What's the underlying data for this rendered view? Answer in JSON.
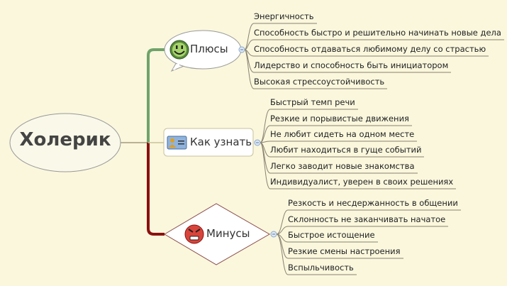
{
  "central": {
    "label": "Холерик"
  },
  "branches": [
    {
      "label": "Плюсы",
      "icon": "smile-icon",
      "color": "#6fa36a",
      "items": [
        "Энергичность",
        "Способность быстро и решительно начинать новые дела",
        "Способность отдаваться любимому делу со страстью",
        "Лидерство и способность быть инициатором",
        "Высокая стрессоустойчивость"
      ]
    },
    {
      "label": "Как узнать",
      "icon": "id-card-icon",
      "color": "#c9c29a",
      "items": [
        "Быстрый темп речи",
        "Резкие и порывистые движения",
        "Не любит сидеть на одном месте",
        "Любит находиться в гуще событий",
        "Легко заводит новые знакомства",
        "Индивидуалист, уверен в своих решениях"
      ]
    },
    {
      "label": "Минусы",
      "icon": "angry-face-icon",
      "color": "#8b1010",
      "items": [
        "Резкость и несдержанность в общении",
        "Склонность не заканчивать начатое",
        "Быстрое истощение",
        "Резкие смены настроения",
        "Вспыльчивость"
      ]
    }
  ]
}
